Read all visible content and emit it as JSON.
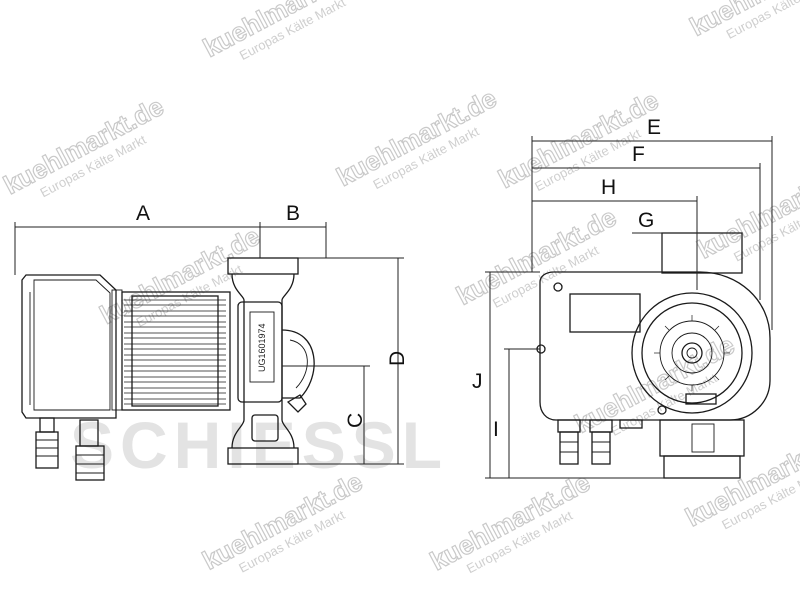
{
  "dimensions": {
    "A": "A",
    "B": "B",
    "C": "C",
    "D": "D",
    "E": "E",
    "F": "F",
    "G": "G",
    "H": "H",
    "I": "I",
    "J": "J"
  },
  "stamp_text": "UG1601974",
  "watermark": {
    "site": "kuehlmarkt.de",
    "tagline": "Europas Kälte Markt",
    "brand": "SCHIESSL"
  }
}
